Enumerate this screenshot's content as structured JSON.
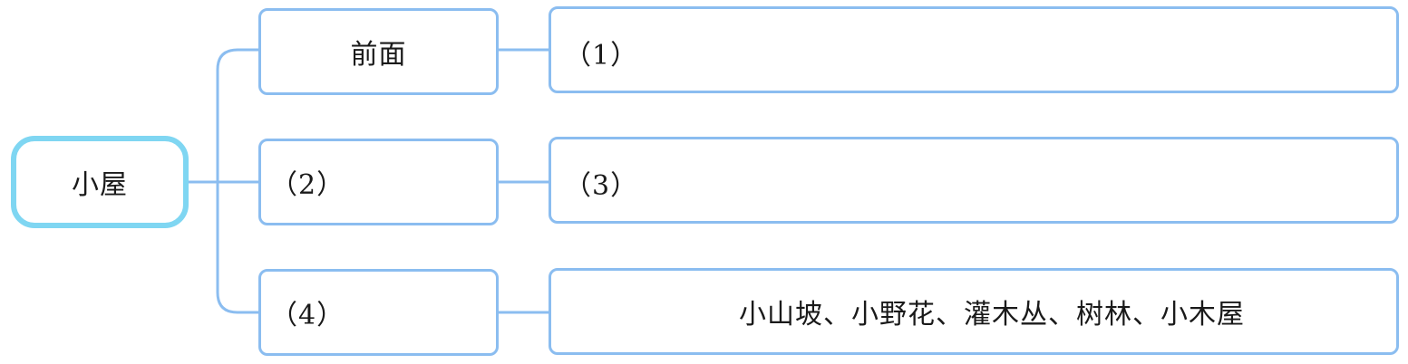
{
  "diagram": {
    "root": {
      "label": "小屋"
    },
    "branches": [
      {
        "label": "前面",
        "detail": "（1）"
      },
      {
        "label": "（2）",
        "detail": "（3）"
      },
      {
        "label": "（4）",
        "detail": "小山坡、小野花、灌木丛、树林、小木屋"
      }
    ],
    "colors": {
      "root_border": "#7fd6f2",
      "node_border": "#8bbdf0",
      "connector": "#8bbdf0"
    }
  }
}
